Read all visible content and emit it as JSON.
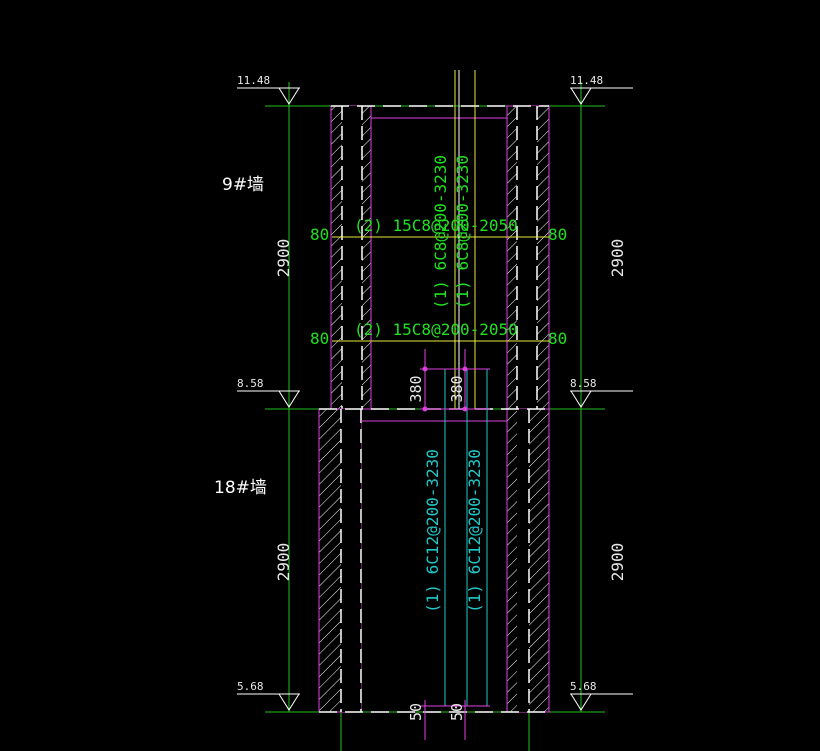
{
  "walls": {
    "upper": "9#墙",
    "lower": "18#墙"
  },
  "elevations": {
    "top": "11.48",
    "middle": "8.58",
    "bottom": "5.68"
  },
  "heights": {
    "upper_left": "2900",
    "upper_right": "2900",
    "lower_left": "2900",
    "lower_right": "2900"
  },
  "rebar": {
    "upper_horizontal_1": "(2) 15C8@200-2050",
    "upper_horizontal_2": "(2) 15C8@200-2050",
    "upper_vertical_left": "(1) 6C8@200-3230",
    "upper_vertical_right": "(1) 6C8@200-3230",
    "lower_vertical_left": "(1) 6C12@200-3230",
    "lower_vertical_right": "(1) 6C12@200-3230"
  },
  "offsets": {
    "h1_left": "80",
    "h1_right": "80",
    "h2_left": "80",
    "h2_right": "80",
    "lap_left": "380",
    "lap_right": "380",
    "anchor_left": "50",
    "anchor_right": "50"
  },
  "colors": {
    "background": "#000000",
    "wall_outline": "#e040e0",
    "hatch": "#ffffff",
    "axis_green": "#20c020",
    "rebar_upper": "#e8e840",
    "rebar_lower": "#20c8c8",
    "text_green": "#20e020"
  }
}
